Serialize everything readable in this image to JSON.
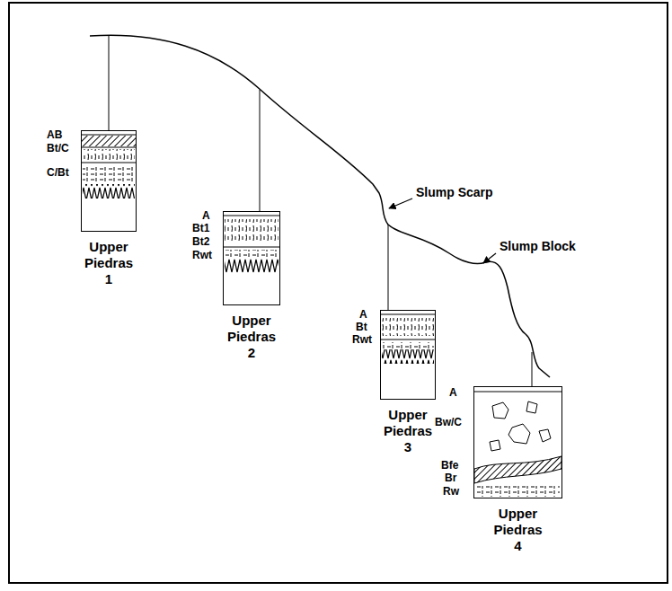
{
  "diagram": {
    "nodes": [
      {
        "text": [
          "Upper Piedras 1"
        ]
      },
      {
        "text": [
          "Upper Piedras 2"
        ]
      },
      {
        "text": [
          "Upper Piedras 3"
        ]
      },
      {
        "text": [
          "Upper Piedras 4"
        ]
      }
    ],
    "labels": [
      "AB",
      "Bt/C",
      "C/Bt",
      "A",
      "Bt1",
      "Bt2",
      "Rwt",
      "A",
      "Bt",
      "Rwt",
      "A",
      "Bw/C",
      "Bfe",
      "Br",
      "Rw",
      "Slump Scarp",
      "Slump Block"
    ]
  }
}
